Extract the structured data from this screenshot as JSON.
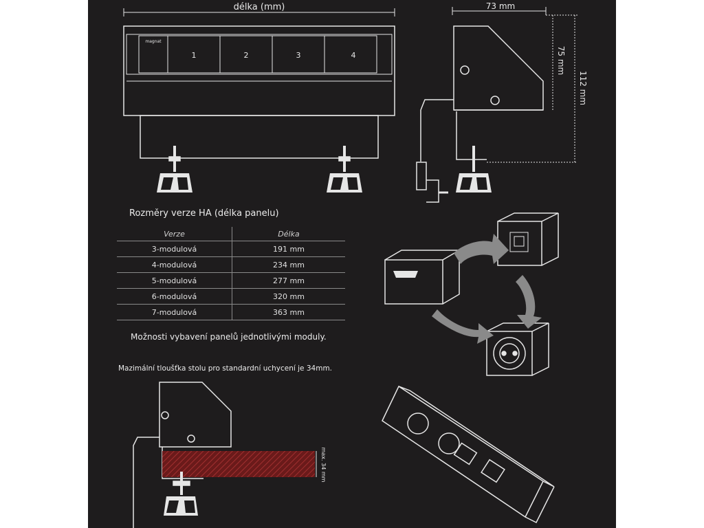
{
  "front_view": {
    "dimension_label": "délka (mm)",
    "brand": "magnat",
    "modules": [
      "1",
      "2",
      "3",
      "4"
    ]
  },
  "side_view": {
    "depth_label": "73 mm",
    "height_label": "75 mm",
    "total_height_label": "112 mm"
  },
  "table": {
    "title": "Rozměry verze HA (délka panelu)",
    "headers": [
      "Verze",
      "Délka"
    ],
    "rows": [
      {
        "version": "3-modulová",
        "length": "191 mm"
      },
      {
        "version": "4-modulová",
        "length": "234 mm"
      },
      {
        "version": "5-modulová",
        "length": "277 mm"
      },
      {
        "version": "6-modulová",
        "length": "320 mm"
      },
      {
        "version": "7-modulová",
        "length": "363 mm"
      }
    ]
  },
  "module_note": "Možnosti vybavení panelů jednotlivými moduly.",
  "thickness_note": "Mazimální tloušťka stolu pro standardní uchycení je 34mm.",
  "table_thickness_label": "max. 34 mm",
  "colors": {
    "background": "#1e1c1d",
    "line": "#e6e6e6",
    "desk_red": "#7a1e1e"
  }
}
